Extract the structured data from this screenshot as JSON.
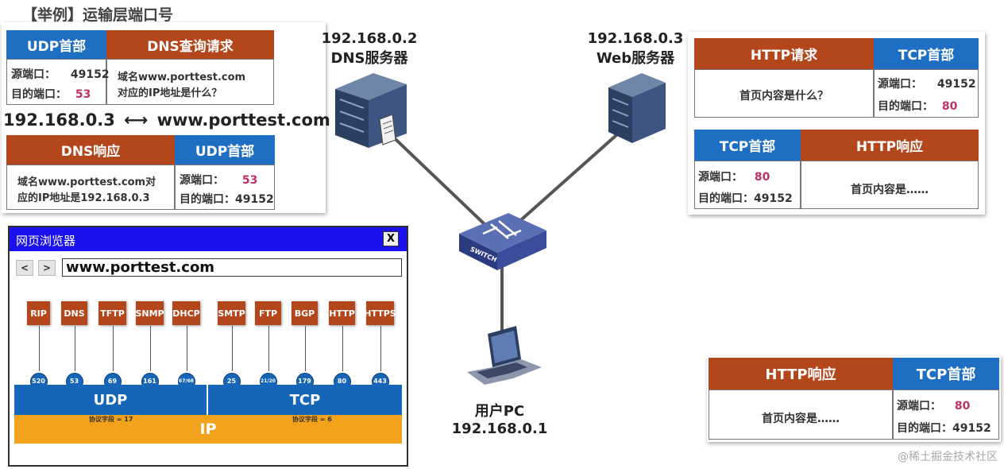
{
  "title": "【举例】运输层端口号",
  "dns_query": {
    "udp_header": "UDP首部",
    "query_header": "DNS查询请求",
    "src_label": "源端口：",
    "src_port": "49152",
    "dst_label": "目的端口：",
    "dst_port": "53",
    "query_text_1": "域名www.porttest.com",
    "query_text_2": "对应的IP地址是什么？"
  },
  "mapping": {
    "ip": "192.168.0.3",
    "arrow": "⟷",
    "domain": "www.porttest.com"
  },
  "dns_response": {
    "response_header": "DNS响应",
    "udp_header": "UDP首部",
    "answer_text_1": "域名www.porttest.com对",
    "answer_text_2": "应的IP地址是192.168.0.3",
    "src_label": "源端口：",
    "src_port": "53",
    "dst_label": "目的端口：",
    "dst_port": "49152"
  },
  "dns_server": {
    "ip": "192.168.0.2",
    "name": "DNS服务器"
  },
  "web_server": {
    "ip": "192.168.0.3",
    "name": "Web服务器"
  },
  "switch": {
    "label": "SWITCH"
  },
  "user_pc": {
    "name": "用户PC",
    "ip": "192.168.0.1"
  },
  "http_request": {
    "http_header": "HTTP请求",
    "tcp_header": "TCP首部",
    "body": "首页内容是什么？",
    "src_label": "源端口：",
    "src_port": "49152",
    "dst_label": "目的端口：",
    "dst_port": "80"
  },
  "http_response_top": {
    "tcp_header": "TCP首部",
    "http_header": "HTTP响应",
    "src_label": "源端口：",
    "src_port": "80",
    "dst_label": "目的端口：",
    "dst_port": "49152",
    "body": "首页内容是……"
  },
  "http_response_bottom": {
    "http_header": "HTTP响应",
    "tcp_header": "TCP首部",
    "body": "首页内容是……",
    "src_label": "源端口：",
    "src_port": "80",
    "dst_label": "目的端口：",
    "dst_port": "49152"
  },
  "browser": {
    "window_title": "网页浏览器",
    "close": "X",
    "back": "<",
    "forward": ">",
    "url": "www.porttest.com",
    "protocols": [
      "RIP",
      "DNS",
      "TFTP",
      "SNMP",
      "DHCP",
      "SMTP",
      "FTP",
      "BGP",
      "HTTP",
      "HTTPS"
    ],
    "ports": [
      "520",
      "53",
      "69",
      "161",
      "67/68",
      "25",
      "21/20",
      "179",
      "80",
      "443"
    ],
    "udp": "UDP",
    "tcp": "TCP",
    "ip": "IP",
    "udp_field": "协议字段 = 17",
    "tcp_field": "协议字段 = 6"
  },
  "watermark": "@稀土掘金技术社区",
  "colors": {
    "header_blue": "#1e6fc4",
    "header_brown": "#b3461b",
    "port_value": "#c0325f",
    "ip_layer": "#f2a21b",
    "browser_titlebar": "#1b10ee"
  }
}
